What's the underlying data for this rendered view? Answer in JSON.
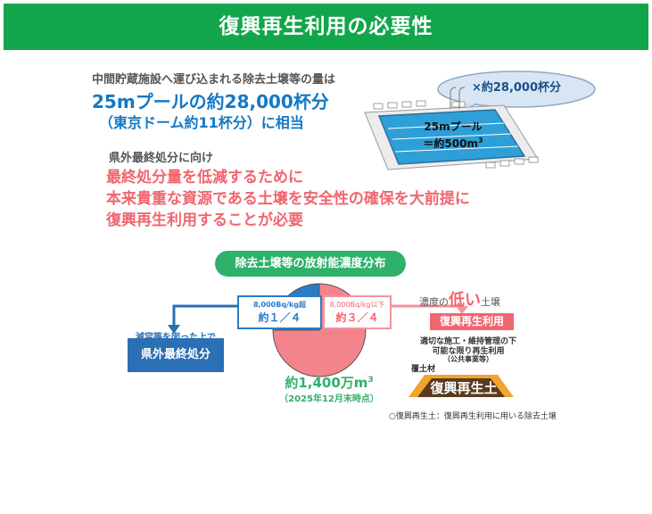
{
  "header": {
    "title": "復興再生利用の必要性"
  },
  "intro": {
    "lead": "中間貯蔵施設へ運び込まれる除去土壌等の量は",
    "headline": "25mプールの約28,000杯分",
    "headline_sub": "（東京ドーム約11杯分）に相当"
  },
  "pool_graphic": {
    "bubble": "×約28,000杯分",
    "pool_line1": "25mプール",
    "pool_line2": "＝約500m",
    "pool_line2_sup": "3"
  },
  "goal": {
    "label": "県外最終処分に向け",
    "lines": [
      "最終処分量を低減するために",
      "本来貴重な資源である土壌を安全性の確保を大前提に",
      "復興再生利用することが必要"
    ]
  },
  "distribution": {
    "title": "除去土壌等の放射能濃度分布",
    "high": {
      "threshold": "8,000Bq/kg超",
      "fraction": "約１／４",
      "share": 0.25
    },
    "low": {
      "threshold": "8,000Bq/kg以下",
      "fraction": "約３／４",
      "share": 0.75
    },
    "total": "約1,400万m",
    "total_sup": "3",
    "date": "（2025年12月末時点）",
    "colors": {
      "high": "#2b7bc5",
      "low": "#f5838c",
      "accent": "#2fb16b"
    }
  },
  "outside": {
    "label": "減容等を図った上で",
    "button": "県外最終処分"
  },
  "recycle": {
    "prefix": "濃度の",
    "low_word": "低い",
    "suffix": "土壌",
    "button": "復興再生利用",
    "note_lines": [
      "適切な施工・維持管理の下",
      "可能な限り再生利用",
      "（公共事業等）"
    ],
    "cover_label": "覆土材",
    "mound_label": "復興再生土",
    "footnote": "○復興再生土：復興再生利用に用いる除去土壌"
  }
}
